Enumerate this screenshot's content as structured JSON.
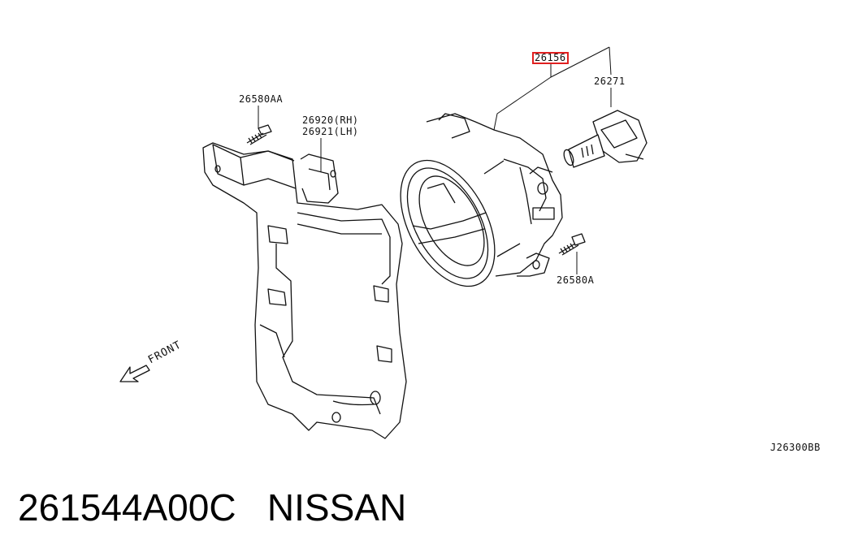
{
  "labels": {
    "part_26580AA": "26580AA",
    "part_26920": "26920(RH)",
    "part_26921": "26921(LH)",
    "part_26156": "26156",
    "part_26271": "26271",
    "part_26580A": "26580A",
    "front": "FRONT",
    "diagram_code": "J26300BB"
  },
  "caption": {
    "part_number": "261544A00C",
    "brand": "NISSAN"
  },
  "colors": {
    "highlight": "#e02020",
    "line": "#111111"
  }
}
